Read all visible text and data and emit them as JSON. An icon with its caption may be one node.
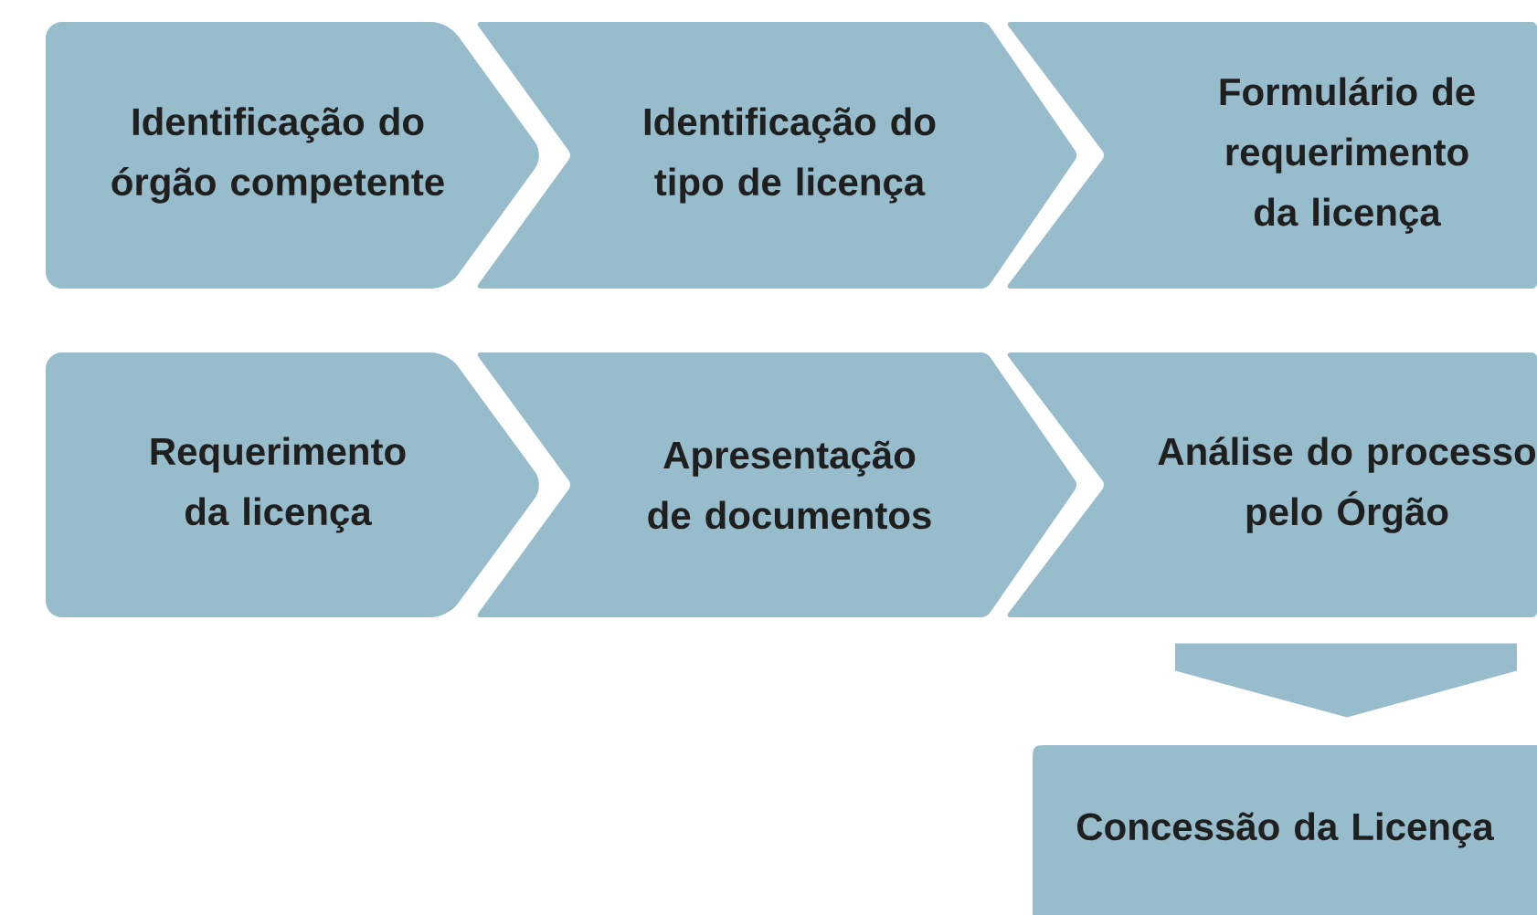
{
  "diagram": {
    "nodes": [
      {
        "text": [
          "Identificação do órgão competente"
        ]
      },
      {
        "text": [
          "Identificação do tipo de licença"
        ]
      },
      {
        "text": [
          "Formulário de requerimento da licença"
        ]
      },
      {
        "text": [
          "Requerimento da licença"
        ]
      },
      {
        "text": [
          "Apresentação de documentos"
        ]
      },
      {
        "text": [
          "Análise do processo pelo Órgão"
        ]
      },
      {
        "text": [
          "Concessão da Licença"
        ]
      }
    ],
    "edges": [
      {
        "from": 5,
        "to": 6,
        "arrow": "to"
      }
    ]
  }
}
